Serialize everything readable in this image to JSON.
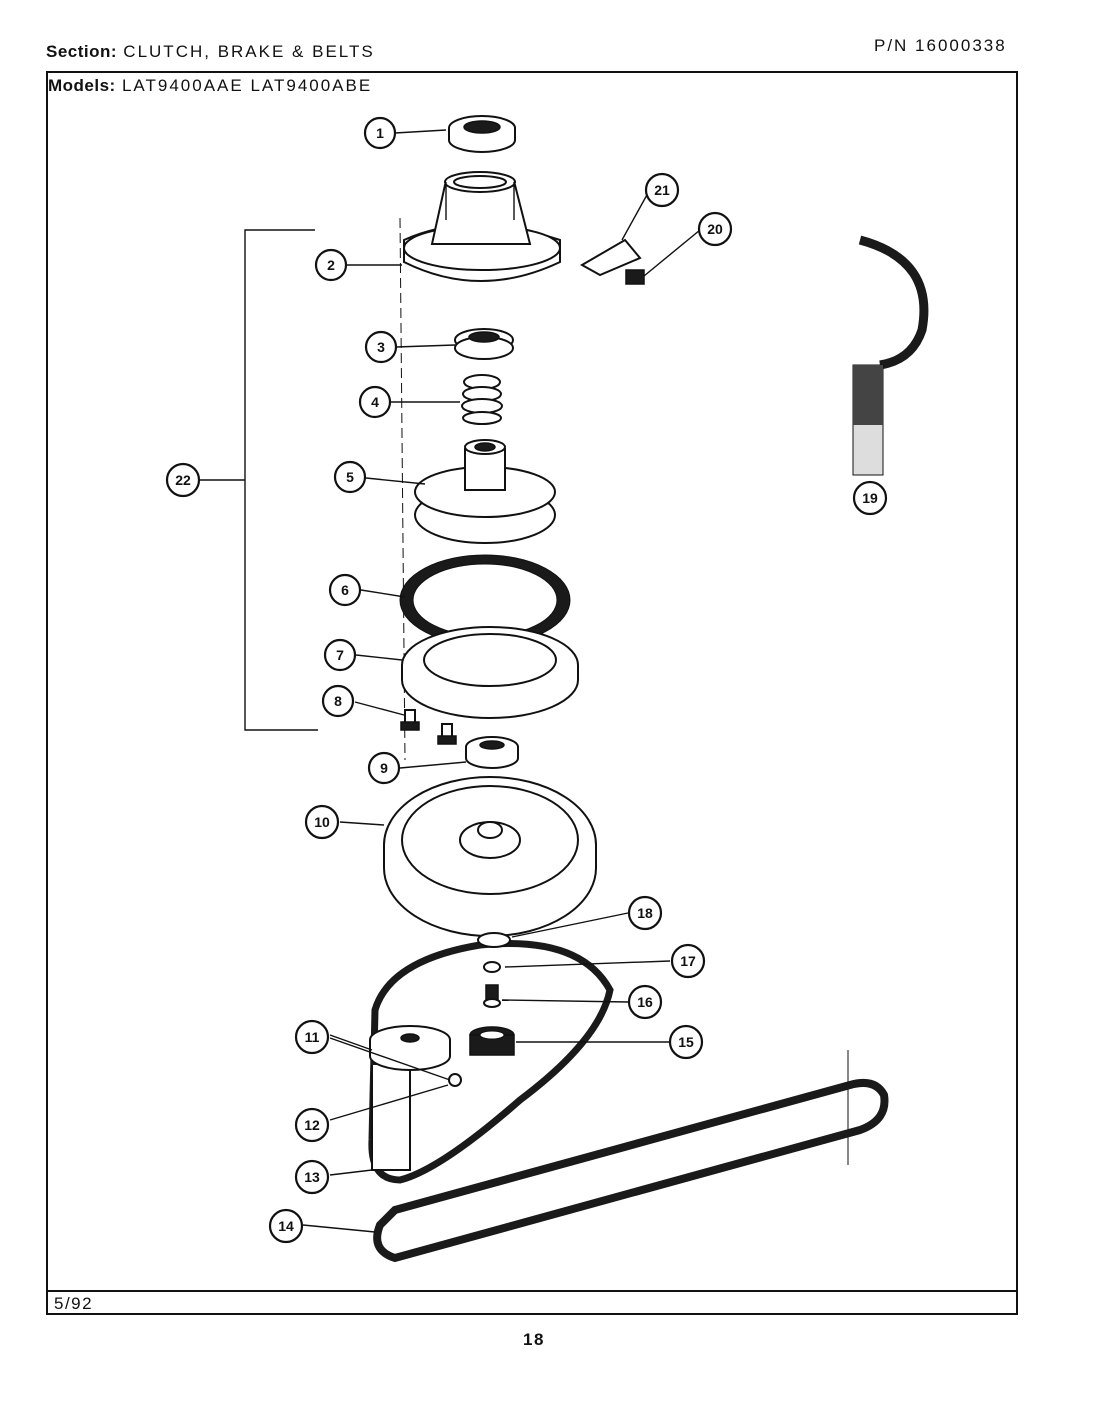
{
  "header": {
    "section_label": "Section:",
    "section_value": "CLUTCH, BRAKE & BELTS",
    "part_number": "P/N 16000338",
    "models_label": "Models:",
    "models_value": "LAT9400AAE   LAT9400ABE"
  },
  "footer": {
    "date": "5/92",
    "page_number": "18"
  },
  "callouts": [
    "1",
    "2",
    "3",
    "4",
    "5",
    "6",
    "7",
    "8",
    "9",
    "10",
    "11",
    "12",
    "13",
    "14",
    "15",
    "16",
    "17",
    "18",
    "19",
    "20",
    "21",
    "22"
  ]
}
